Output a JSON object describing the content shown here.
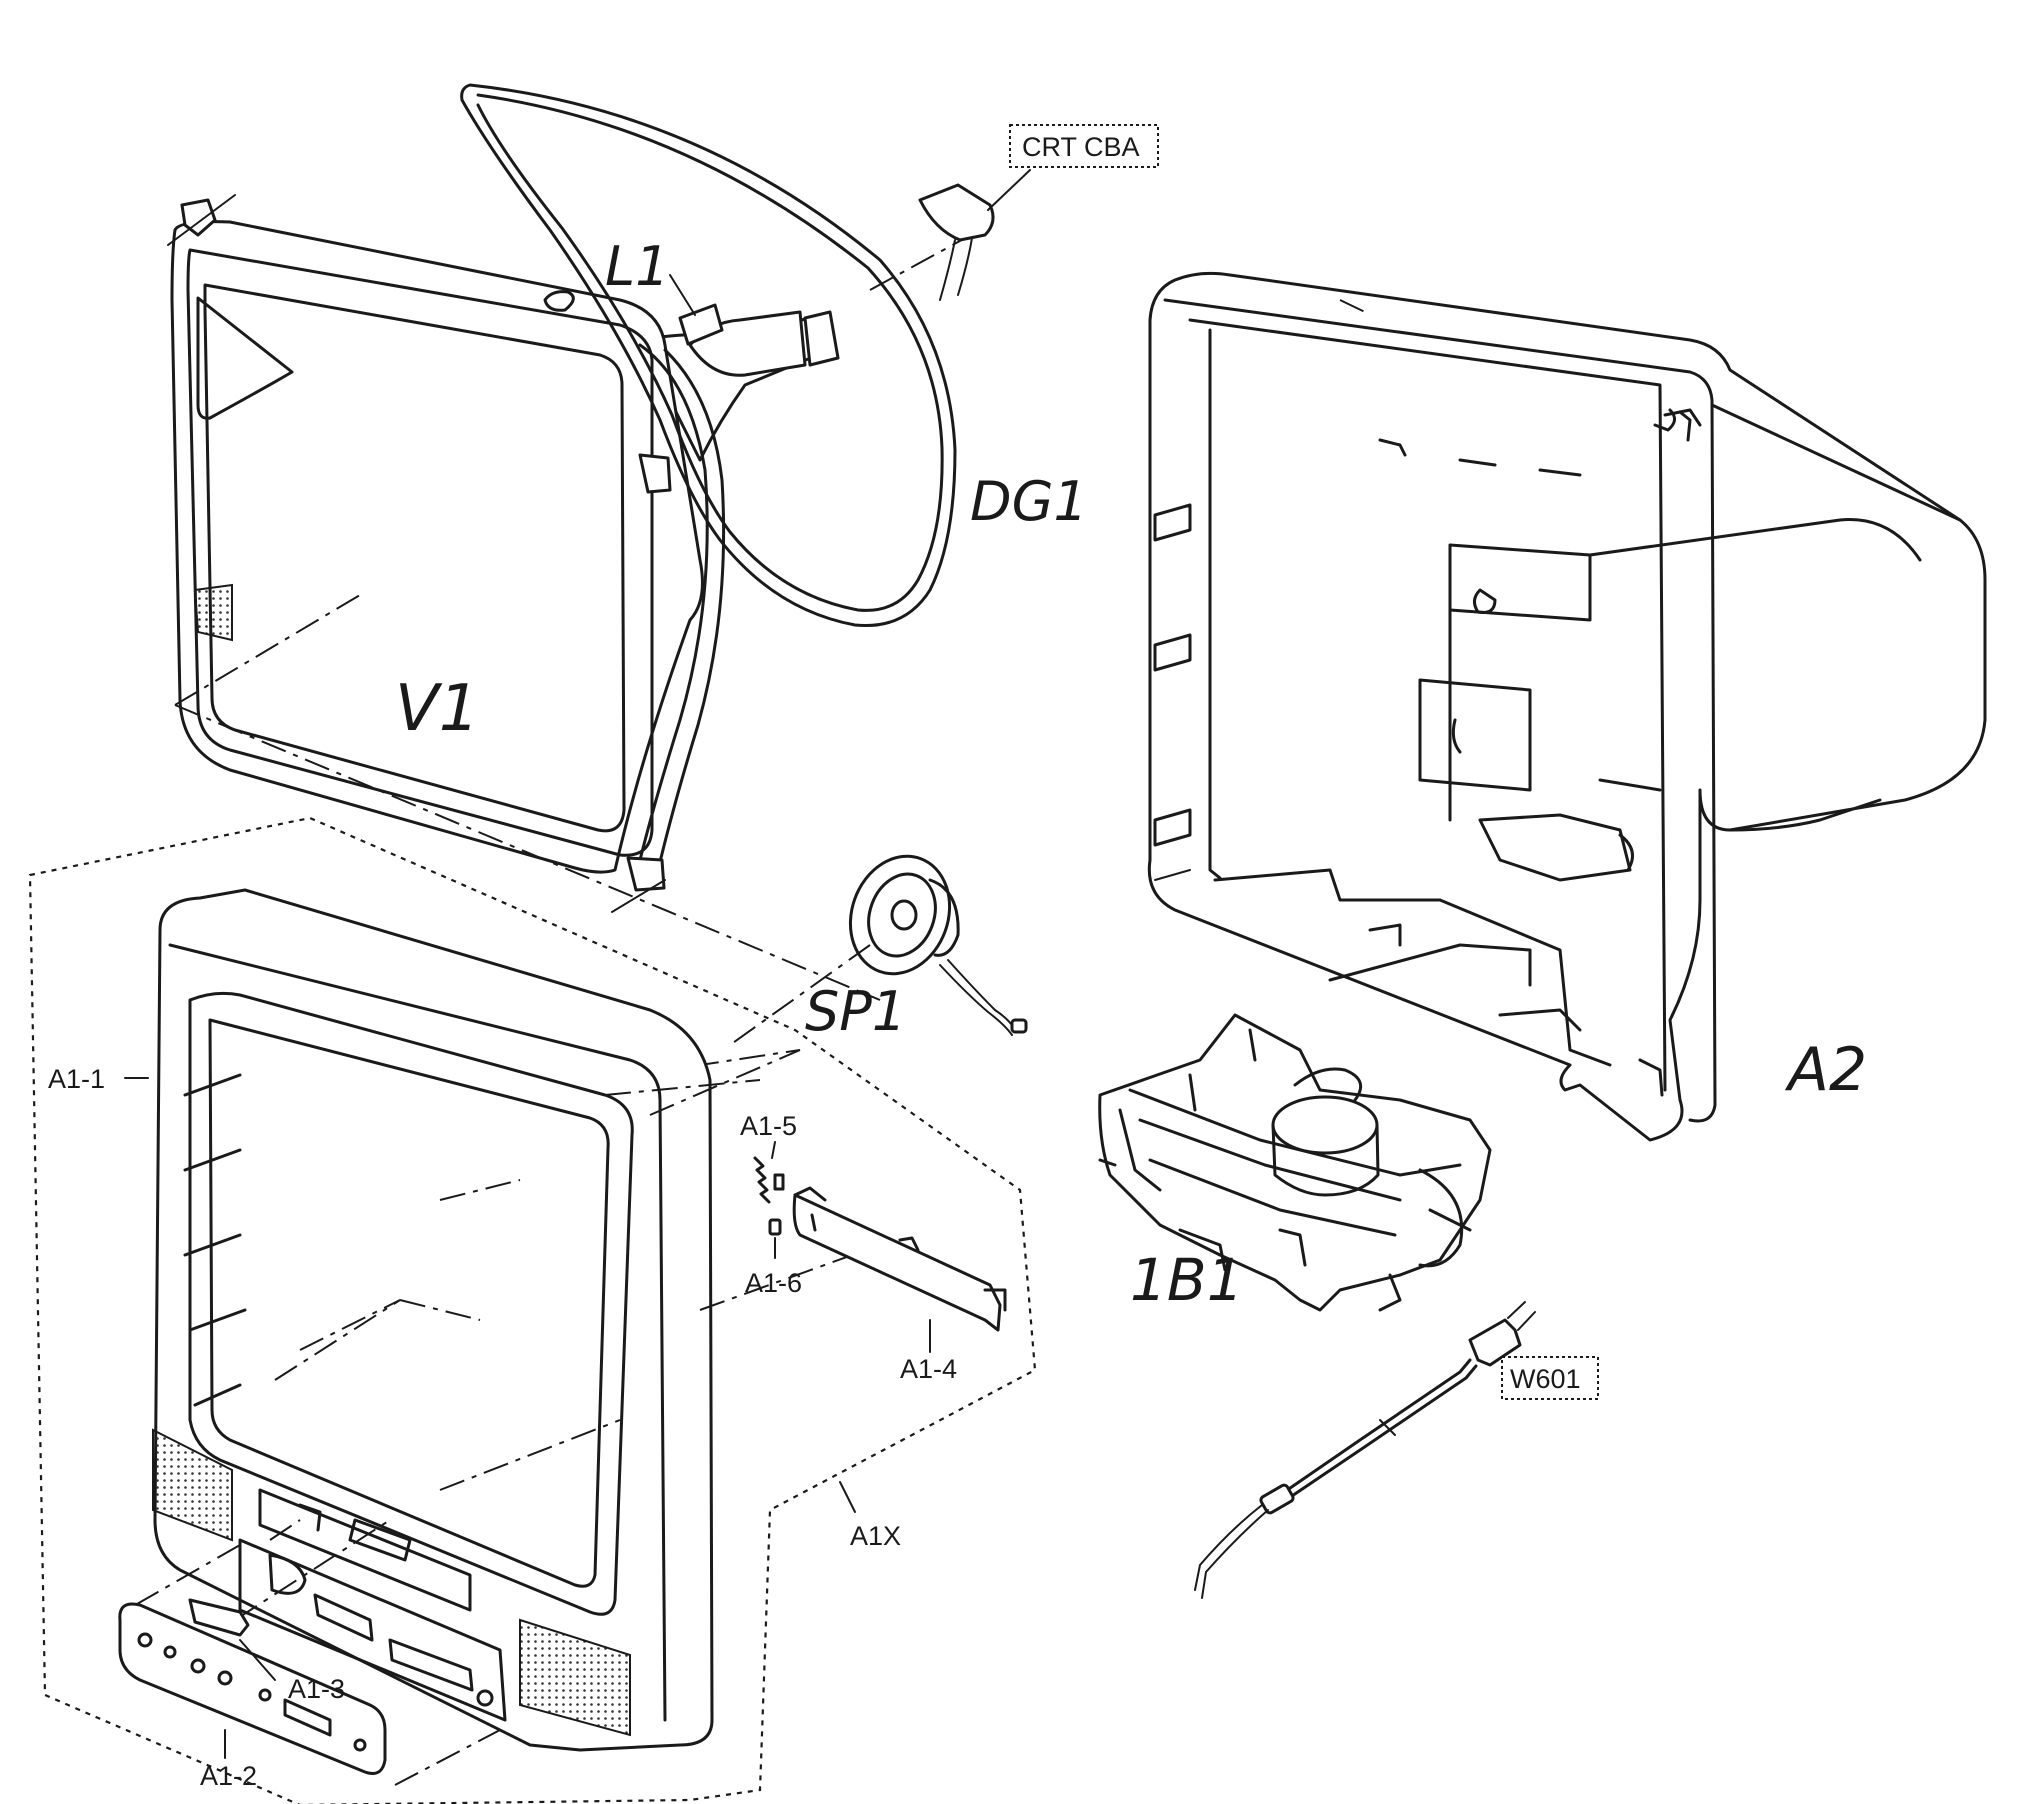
{
  "labels": {
    "crt_cba": "CRT CBA",
    "l1": "L1",
    "dg1": "DG1",
    "v1": "V1",
    "sp1": "SP1",
    "a2": "A2",
    "b1": "1B1",
    "w601": "W601",
    "a1_1": "A1-1",
    "a1_2": "A1-2",
    "a1_3": "A1-3",
    "a1_4": "A1-4",
    "a1_5": "A1-5",
    "a1_6": "A1-6",
    "a1x": "A1X"
  }
}
